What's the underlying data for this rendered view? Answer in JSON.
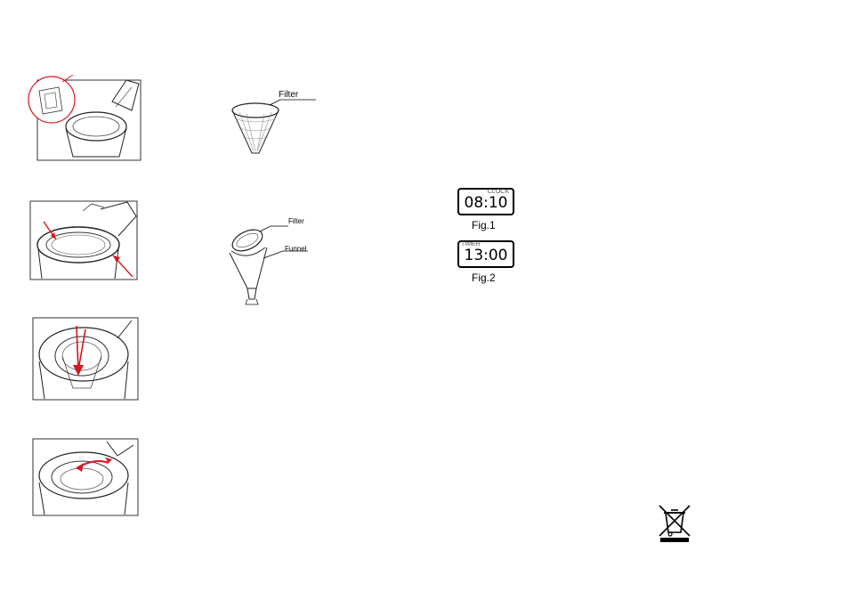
{
  "filters": {
    "cone_label": "Filter",
    "assembly_filter_label": "Filter",
    "assembly_funnel_label": "Funnel"
  },
  "clock_figures": {
    "fig1": {
      "digits": "08:10",
      "tag": "CLOCK",
      "caption": "Fig.1"
    },
    "fig2": {
      "digits": "13:00",
      "tag": "TIMER",
      "caption": "Fig.2"
    }
  },
  "colors": {
    "arrow": "#d8141b",
    "line": "#000000"
  },
  "icons": {
    "disposal": "crossed-out-wheelie-bin-icon"
  }
}
